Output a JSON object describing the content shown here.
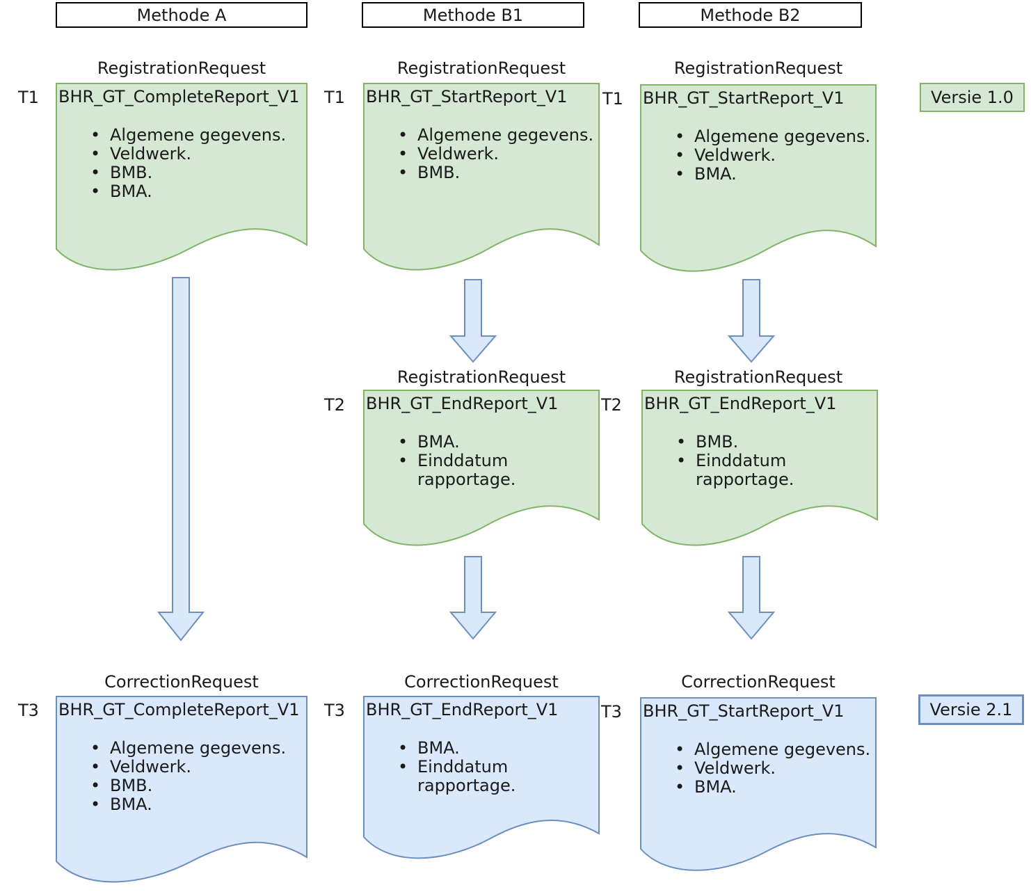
{
  "headers": [
    {
      "label": "Methode A"
    },
    {
      "label": "Methode B1"
    },
    {
      "label": "Methode B2"
    }
  ],
  "request_types": {
    "registration": "RegistrationRequest",
    "correction": "CorrectionRequest"
  },
  "time_labels": {
    "t1": "T1",
    "t2": "T2",
    "t3": "T3"
  },
  "version_badges": [
    {
      "label": "Versie 1.0",
      "fill": "#d5e8d4",
      "stroke": "#82b366"
    },
    {
      "label": "Versie 2.1",
      "fill": "#dae8fc",
      "stroke": "#6c8ebf"
    }
  ],
  "colors": {
    "green_fill": "#d5e8d4",
    "green_stroke": "#82b366",
    "blue_fill": "#dae8fc",
    "blue_stroke": "#6c8ebf",
    "arrow_fill": "#dae8fc",
    "arrow_stroke": "#6c8ebf",
    "header_border": "#000000"
  },
  "documents": {
    "a_t1": {
      "request": "RegistrationRequest",
      "time": "T1",
      "title": "BHR_GT_CompleteReport_V1",
      "bullets": [
        "Algemene gegevens.",
        "Veldwerk.",
        "BMB.",
        "BMA."
      ]
    },
    "b1_t1": {
      "request": "RegistrationRequest",
      "time": "T1",
      "title": "BHR_GT_StartReport_V1",
      "bullets": [
        "Algemene gegevens.",
        "Veldwerk.",
        "BMB."
      ]
    },
    "b2_t1": {
      "request": "RegistrationRequest",
      "time": "T1",
      "title": "BHR_GT_StartReport_V1",
      "bullets": [
        "Algemene gegevens.",
        "Veldwerk.",
        "BMA."
      ]
    },
    "b1_t2": {
      "request": "RegistrationRequest",
      "time": "T2",
      "title": "BHR_GT_EndReport_V1",
      "bullets": [
        "BMA.",
        "Einddatum rapportage."
      ]
    },
    "b2_t2": {
      "request": "RegistrationRequest",
      "time": "T2",
      "title": "BHR_GT_EndReport_V1",
      "bullets": [
        "BMB.",
        "Einddatum rapportage."
      ]
    },
    "a_t3": {
      "request": "CorrectionRequest",
      "time": "T3",
      "title": "BHR_GT_CompleteReport_V1",
      "bullets": [
        "Algemene gegevens.",
        "Veldwerk.",
        "BMB.",
        "BMA."
      ]
    },
    "b1_t3": {
      "request": "CorrectionRequest",
      "time": "T3",
      "title": "BHR_GT_EndReport_V1",
      "bullets": [
        "BMA.",
        "Einddatum rapportage."
      ]
    },
    "b2_t3": {
      "request": "CorrectionRequest",
      "time": "T3",
      "title": "BHR_GT_StartReport_V1",
      "bullets": [
        "Algemene gegevens.",
        "Veldwerk.",
        "BMA."
      ]
    }
  }
}
